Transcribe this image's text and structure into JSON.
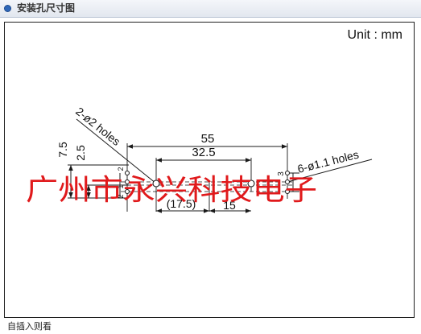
{
  "page": {
    "title": "安装孔尺寸图",
    "footer": "自插入则看"
  },
  "drawing": {
    "unit": "Unit : mm",
    "dimensions": {
      "overall": "55",
      "between_holes": "32.5",
      "segment_left": "(17.5)",
      "segment_right": "15",
      "vertical_outer": "7.5",
      "vertical_inner": "2.5",
      "left_pitch_1": "2",
      "left_pitch_2": "1",
      "left_pitch_3": "2",
      "right_pitch": "3"
    },
    "callouts": {
      "left_holes": "2-ø2 holes",
      "right_holes": "6-ø1.1 holes"
    },
    "watermark": "广州市永兴科技电子",
    "colors": {
      "line": "#1a1a1a",
      "watermark": "#e0191b",
      "bullet": "#2f67b8"
    }
  }
}
